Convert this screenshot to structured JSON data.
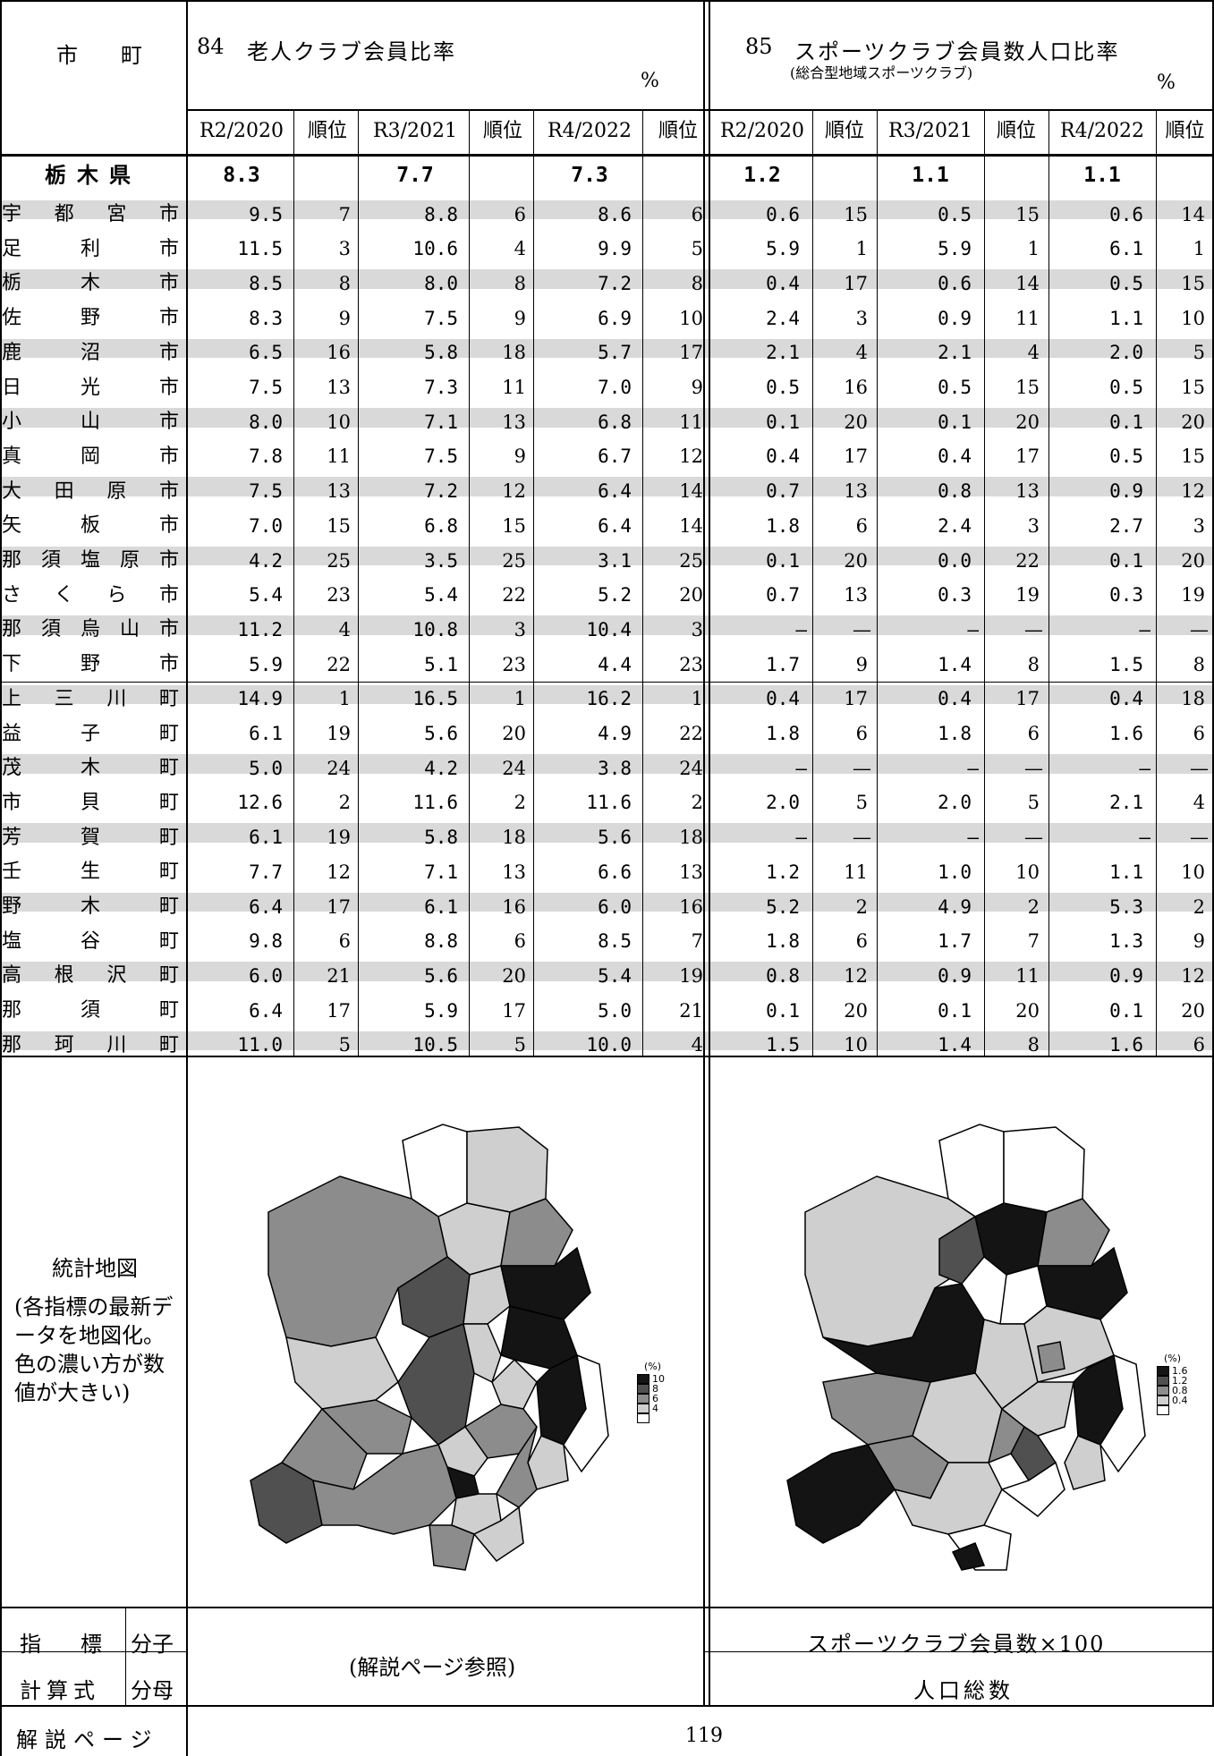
{
  "header": {
    "muni_label": "市　　町",
    "left_title_no": "84",
    "left_title": "老人クラブ会員比率",
    "left_unit": "%",
    "right_title_no": "85",
    "right_title": "スポーツクラブ会員数人口比率",
    "right_subtitle": "(総合型地域スポーツクラブ)",
    "right_unit": "%",
    "columns": [
      "R2/2020",
      "順位",
      "R3/2021",
      "順位",
      "R4/2022",
      "順位",
      "R2/2020",
      "順位",
      "R3/2021",
      "順位",
      "R4/2022",
      "順位"
    ]
  },
  "rows": [
    {
      "name": "栃木県",
      "shaded": false,
      "pref": true,
      "v": [
        "8.3",
        "",
        "7.7",
        "",
        "7.3",
        "",
        "1.2",
        "",
        "1.1",
        "",
        "1.1",
        ""
      ]
    },
    {
      "name": "宇都宮市",
      "shaded": true,
      "v": [
        "9.5",
        "7",
        "8.8",
        "6",
        "8.6",
        "6",
        "0.6",
        "15",
        "0.5",
        "15",
        "0.6",
        "14"
      ]
    },
    {
      "name": "足利市",
      "shaded": false,
      "v": [
        "11.5",
        "3",
        "10.6",
        "4",
        "9.9",
        "5",
        "5.9",
        "1",
        "5.9",
        "1",
        "6.1",
        "1"
      ]
    },
    {
      "name": "栃木市",
      "shaded": true,
      "v": [
        "8.5",
        "8",
        "8.0",
        "8",
        "7.2",
        "8",
        "0.4",
        "17",
        "0.6",
        "14",
        "0.5",
        "15"
      ]
    },
    {
      "name": "佐野市",
      "shaded": false,
      "v": [
        "8.3",
        "9",
        "7.5",
        "9",
        "6.9",
        "10",
        "2.4",
        "3",
        "0.9",
        "11",
        "1.1",
        "10"
      ]
    },
    {
      "name": "鹿沼市",
      "shaded": true,
      "v": [
        "6.5",
        "16",
        "5.8",
        "18",
        "5.7",
        "17",
        "2.1",
        "4",
        "2.1",
        "4",
        "2.0",
        "5"
      ]
    },
    {
      "name": "日光市",
      "shaded": false,
      "v": [
        "7.5",
        "13",
        "7.3",
        "11",
        "7.0",
        "9",
        "0.5",
        "16",
        "0.5",
        "15",
        "0.5",
        "15"
      ]
    },
    {
      "name": "小山市",
      "shaded": true,
      "v": [
        "8.0",
        "10",
        "7.1",
        "13",
        "6.8",
        "11",
        "0.1",
        "20",
        "0.1",
        "20",
        "0.1",
        "20"
      ]
    },
    {
      "name": "真岡市",
      "shaded": false,
      "v": [
        "7.8",
        "11",
        "7.5",
        "9",
        "6.7",
        "12",
        "0.4",
        "17",
        "0.4",
        "17",
        "0.5",
        "15"
      ]
    },
    {
      "name": "大田原市",
      "shaded": true,
      "v": [
        "7.5",
        "13",
        "7.2",
        "12",
        "6.4",
        "14",
        "0.7",
        "13",
        "0.8",
        "13",
        "0.9",
        "12"
      ]
    },
    {
      "name": "矢板市",
      "shaded": false,
      "v": [
        "7.0",
        "15",
        "6.8",
        "15",
        "6.4",
        "14",
        "1.8",
        "6",
        "2.4",
        "3",
        "2.7",
        "3"
      ]
    },
    {
      "name": "那須塩原市",
      "shaded": true,
      "v": [
        "4.2",
        "25",
        "3.5",
        "25",
        "3.1",
        "25",
        "0.1",
        "20",
        "0.0",
        "22",
        "0.1",
        "20"
      ]
    },
    {
      "name": "さくら市",
      "shaded": false,
      "v": [
        "5.4",
        "23",
        "5.4",
        "22",
        "5.2",
        "20",
        "0.7",
        "13",
        "0.3",
        "19",
        "0.3",
        "19"
      ]
    },
    {
      "name": "那須烏山市",
      "shaded": true,
      "v": [
        "11.2",
        "4",
        "10.8",
        "3",
        "10.4",
        "3",
        "—",
        "—",
        "—",
        "—",
        "—",
        "—"
      ]
    },
    {
      "name": "下野市",
      "shaded": false,
      "v": [
        "5.9",
        "22",
        "5.1",
        "23",
        "4.4",
        "23",
        "1.7",
        "9",
        "1.4",
        "8",
        "1.5",
        "8"
      ]
    },
    {
      "name": "上三川町",
      "shaded": true,
      "v": [
        "14.9",
        "1",
        "16.5",
        "1",
        "16.2",
        "1",
        "0.4",
        "17",
        "0.4",
        "17",
        "0.4",
        "18"
      ]
    },
    {
      "name": "益子町",
      "shaded": false,
      "v": [
        "6.1",
        "19",
        "5.6",
        "20",
        "4.9",
        "22",
        "1.8",
        "6",
        "1.8",
        "6",
        "1.6",
        "6"
      ]
    },
    {
      "name": "茂木町",
      "shaded": true,
      "v": [
        "5.0",
        "24",
        "4.2",
        "24",
        "3.8",
        "24",
        "—",
        "—",
        "—",
        "—",
        "—",
        "—"
      ]
    },
    {
      "name": "市貝町",
      "shaded": false,
      "v": [
        "12.6",
        "2",
        "11.6",
        "2",
        "11.6",
        "2",
        "2.0",
        "5",
        "2.0",
        "5",
        "2.1",
        "4"
      ]
    },
    {
      "name": "芳賀町",
      "shaded": true,
      "v": [
        "6.1",
        "19",
        "5.8",
        "18",
        "5.6",
        "18",
        "—",
        "—",
        "—",
        "—",
        "—",
        "—"
      ]
    },
    {
      "name": "壬生町",
      "shaded": false,
      "v": [
        "7.7",
        "12",
        "7.1",
        "13",
        "6.6",
        "13",
        "1.2",
        "11",
        "1.0",
        "10",
        "1.1",
        "10"
      ]
    },
    {
      "name": "野木町",
      "shaded": true,
      "v": [
        "6.4",
        "17",
        "6.1",
        "16",
        "6.0",
        "16",
        "5.2",
        "2",
        "4.9",
        "2",
        "5.3",
        "2"
      ]
    },
    {
      "name": "塩谷町",
      "shaded": false,
      "v": [
        "9.8",
        "6",
        "8.8",
        "6",
        "8.5",
        "7",
        "1.8",
        "6",
        "1.7",
        "7",
        "1.3",
        "9"
      ]
    },
    {
      "name": "高根沢町",
      "shaded": true,
      "v": [
        "6.0",
        "21",
        "5.6",
        "20",
        "5.4",
        "19",
        "0.8",
        "12",
        "0.9",
        "11",
        "0.9",
        "12"
      ]
    },
    {
      "name": "那須町",
      "shaded": false,
      "v": [
        "6.4",
        "17",
        "5.9",
        "17",
        "5.0",
        "21",
        "0.1",
        "20",
        "0.1",
        "20",
        "0.1",
        "20"
      ]
    },
    {
      "name": "那珂川町",
      "shaded": true,
      "v": [
        "11.0",
        "5",
        "10.5",
        "5",
        "10.0",
        "4",
        "1.5",
        "10",
        "1.4",
        "8",
        "1.6",
        "6"
      ]
    }
  ],
  "map_section": {
    "label": "統計地図",
    "note": "(各指標の最新データを地図化。色の濃い方が数値が大きい)",
    "left_legend_unit": "(%)",
    "left_legend": [
      "10",
      "8",
      "6",
      "4"
    ],
    "right_legend_unit": "(%)",
    "right_legend": [
      "1.6",
      "1.2",
      "0.8",
      "0.4"
    ],
    "colors": {
      "c1": "#141414",
      "c2": "#505050",
      "c3": "#8c8c8c",
      "c4": "#cfcfcf",
      "c5": "#ffffff"
    }
  },
  "formula": {
    "label1": "指　標",
    "label2": "計算式",
    "numerator_label": "分子",
    "denominator_label": "分母",
    "left_text": "(解説ページ参照)",
    "right_numerator": "スポーツクラブ会員数×100",
    "right_denominator": "人口総数"
  },
  "footer": {
    "label": "解説ページ",
    "page": "119"
  }
}
